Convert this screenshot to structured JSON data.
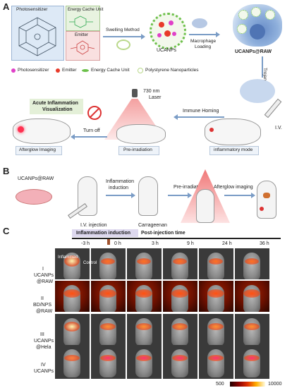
{
  "panels": {
    "a": "A",
    "b": "B",
    "c": "C"
  },
  "panelA": {
    "photosensitizer_title": "Photosensitizer",
    "energy_cache_title": "Energy Cache Unit",
    "emitter_title": "Emitter",
    "swelling": "Swelling Method",
    "ucanps": "UCANPs",
    "macrophage_loading": [
      "Macrophage",
      "Loading"
    ],
    "ucanps_raw": "UCANPs@RAW",
    "trojan_horse": "Trojan Horse",
    "legend": [
      {
        "label": "Photosensitizer",
        "color": "#e040c8"
      },
      {
        "label": "Emitter",
        "color": "#e83a2a"
      },
      {
        "label": "Energy Cache Unit",
        "color": "#6cc04a"
      },
      {
        "label": "Polystyrene Nanoparticles",
        "color": "#b9d88a"
      }
    ],
    "laser": [
      "730 nm",
      "Laser"
    ],
    "immune_homing": "Immune Homing",
    "acute": [
      "Acute Inflammation",
      "Visualization"
    ],
    "turn_off": "Turn off",
    "iv": "I.V.",
    "captions": [
      "Afterglow Imaging",
      "Pre-irradiation",
      "inflammatory mode"
    ]
  },
  "panelB": {
    "ucanps_raw": "UCANPs@RAW",
    "iv_injection": "I.V. injection",
    "inflammation_induction": [
      "Inflammation",
      "induction"
    ],
    "carrageenan": "Carrageenan",
    "pre_irradiation": "Pre-irradiation",
    "afterglow_imaging": "Afterglow imaging"
  },
  "panelC": {
    "header_induction": "Inflammation induction",
    "header_post": "Post-injection time",
    "timepoints": [
      "-3 h",
      "0 h",
      "3 h",
      "9 h",
      "24 h",
      "36 h"
    ],
    "rows": [
      {
        "roman": "I",
        "name": [
          "UCANPs",
          "@RAW"
        ]
      },
      {
        "roman": "II",
        "name": [
          "BD/NPS",
          "@RAW"
        ]
      },
      {
        "roman": "III",
        "name": [
          "UCANPs",
          "@Hela"
        ]
      },
      {
        "roman": "IV",
        "name": [
          "UCANPs"
        ]
      }
    ],
    "inflamed_label": "Inflammed",
    "control_label": "Control",
    "colorbar_min": "500",
    "colorbar_max": "10000"
  }
}
